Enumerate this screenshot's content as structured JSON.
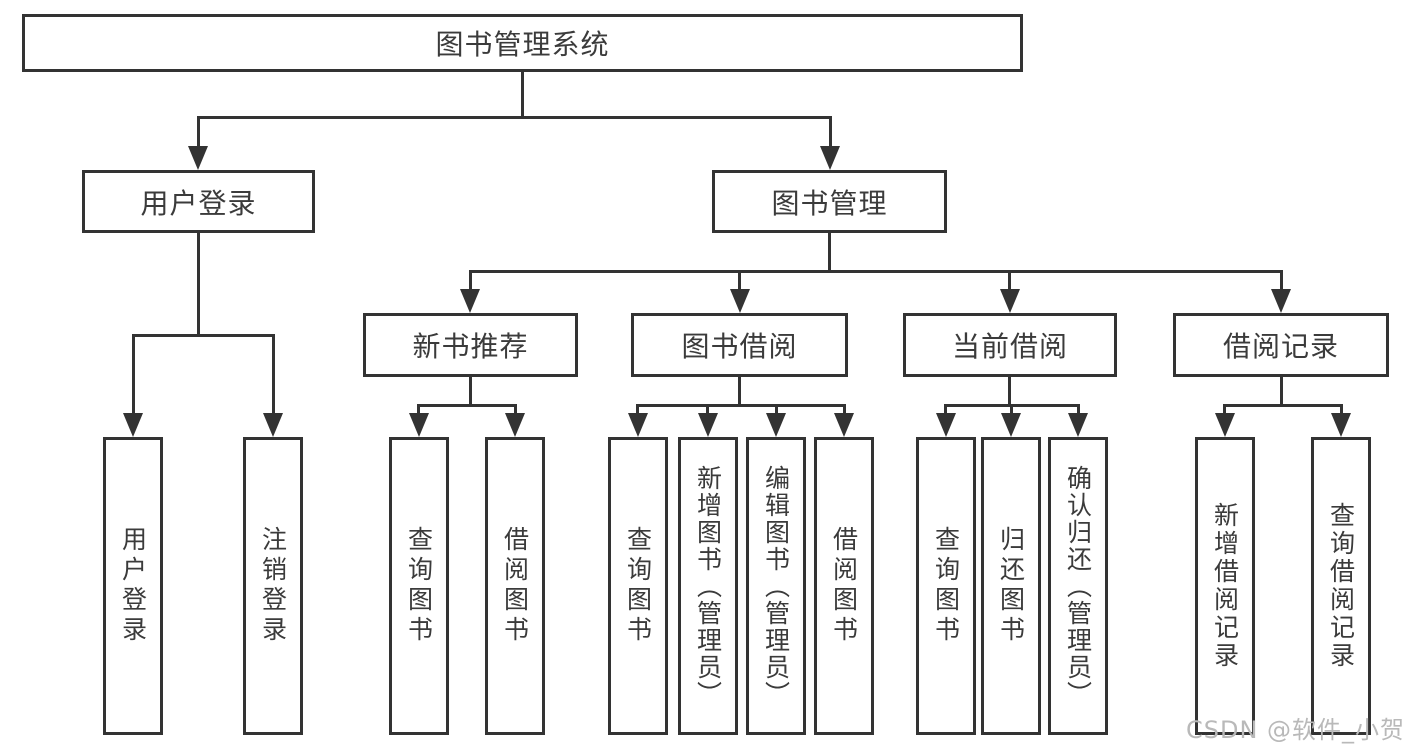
{
  "title": "图书管理系统",
  "colors": {
    "line": "#333333",
    "text": "#3b3b3b",
    "background": "#ffffff",
    "watermark_text": "#b9b9b9"
  },
  "nodes": {
    "root": {
      "label": "图书管理系统"
    },
    "user_login": {
      "label": "用户登录"
    },
    "book_mgmt": {
      "label": "图书管理"
    },
    "new_book_rec": {
      "label": "新书推荐"
    },
    "book_borrow": {
      "label": "图书借阅"
    },
    "current_borrow": {
      "label": "当前借阅"
    },
    "borrow_record": {
      "label": "借阅记录"
    },
    "leaf_user_login": {
      "label": "用户登录"
    },
    "leaf_logout": {
      "label": "注销登录"
    },
    "leaf_query_book_newrec": {
      "label": "查询图书"
    },
    "leaf_borrow_book_newrec": {
      "label": "借阅图书"
    },
    "leaf_query_book_borrow": {
      "label": "查询图书"
    },
    "leaf_add_book_admin": {
      "label": "新增图书（管理员）"
    },
    "leaf_edit_book_admin": {
      "label": "编辑图书（管理员）"
    },
    "leaf_borrow_book_borrow": {
      "label": "借阅图书"
    },
    "leaf_query_book_current": {
      "label": "查询图书"
    },
    "leaf_return_book": {
      "label": "归还图书"
    },
    "leaf_confirm_return_admin": {
      "label": "确认归还（管理员）"
    },
    "leaf_add_borrow_record": {
      "label": "新增借阅记录"
    },
    "leaf_query_borrow_record": {
      "label": "查询借阅记录"
    }
  },
  "watermark": {
    "text": "CSDN @软件_小贺同学"
  }
}
